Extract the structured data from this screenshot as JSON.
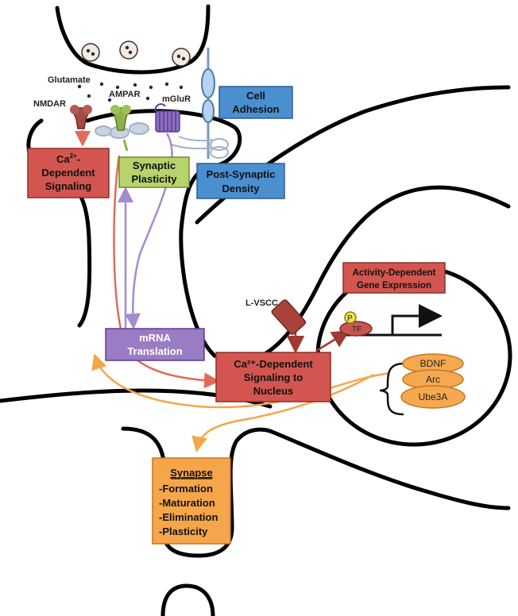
{
  "labels": {
    "glutamate": "Glutamate",
    "nmdar": "NMDAR",
    "ampar": "AMPAR",
    "mglur": "mGluR",
    "lvscc": "L-VSCC",
    "phospho": "P",
    "tf": "TF"
  },
  "boxes": {
    "cell_adhesion": [
      "Cell",
      "Adhesion"
    ],
    "ca_signaling": [
      "Ca",
      "-",
      "Dependent",
      "Signaling"
    ],
    "ca_superscript": "2+",
    "synaptic_plasticity": [
      "Synaptic",
      "Plasticity"
    ],
    "post_synaptic_density": [
      "Post-Synaptic",
      "Density"
    ],
    "mrna_translation": [
      "mRNA",
      "Translation"
    ],
    "ca_nucleus": [
      "Ca²⁺-Dependent",
      "Signaling to",
      "Nucleus"
    ],
    "activity_gene": [
      "Activity-Dependent",
      "Gene Expression"
    ],
    "synapse_title": "Synapse",
    "synapse_items": [
      "-Formation",
      "-Maturation",
      "-Elimination",
      "-Plasticity"
    ]
  },
  "genes": [
    "BDNF",
    "Arc",
    "Ube3A"
  ],
  "colors": {
    "red_box": "#d2564f",
    "green_box": "#b7d36b",
    "blue_box": "#4a8fd0",
    "purple_box": "#9a7cc4",
    "orange_box": "#f5a64a",
    "gene_oval": "#f4a951",
    "red_arrow": "#e36a5b",
    "purple_arrow": "#a58bd0",
    "orange_arrow": "#f5a64a"
  }
}
